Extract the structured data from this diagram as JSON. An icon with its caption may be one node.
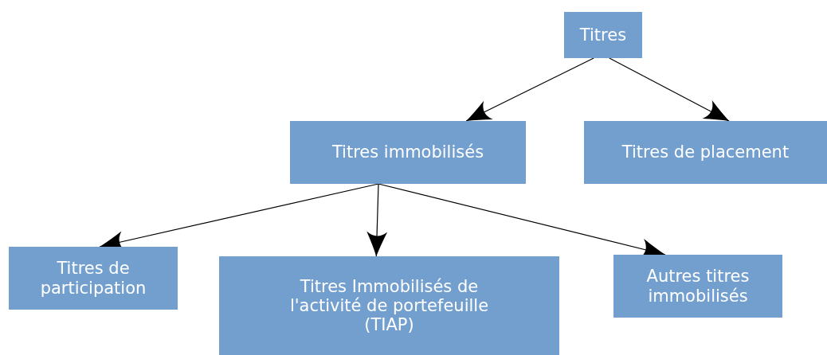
{
  "diagram": {
    "nodes": [
      {
        "text": [
          "Titres"
        ]
      },
      {
        "text": [
          "Titres immobilisés"
        ]
      },
      {
        "text": [
          "Titres de placement"
        ]
      },
      {
        "text": [
          "Titres de participation"
        ]
      },
      {
        "text": [
          "Titres Immobilisés de l'activité de portefeuille (TIAP)"
        ]
      },
      {
        "text": [
          "Autres titres immobilisés"
        ]
      }
    ],
    "edges": [
      {
        "from": 0,
        "to": 1,
        "arrow": "to"
      },
      {
        "from": 0,
        "to": 2,
        "arrow": "to"
      },
      {
        "from": 1,
        "to": 3,
        "arrow": "to"
      },
      {
        "from": 1,
        "to": 4,
        "arrow": "to"
      },
      {
        "from": 1,
        "to": 5,
        "arrow": "to"
      }
    ]
  }
}
